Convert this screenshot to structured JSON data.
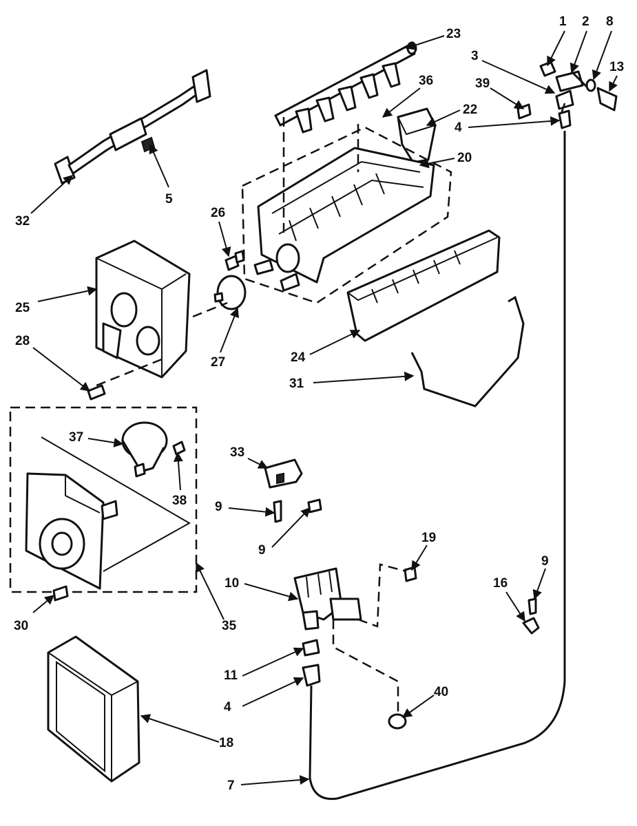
{
  "callouts": [
    "1",
    "2",
    "8",
    "13",
    "3",
    "39",
    "36",
    "23",
    "22",
    "4",
    "20",
    "32",
    "5",
    "26",
    "25",
    "27",
    "28",
    "24",
    "31",
    "37",
    "38",
    "33",
    "9",
    "9",
    "9",
    "19",
    "16",
    "10",
    "30",
    "35",
    "11",
    "40",
    "4",
    "18",
    "7"
  ]
}
